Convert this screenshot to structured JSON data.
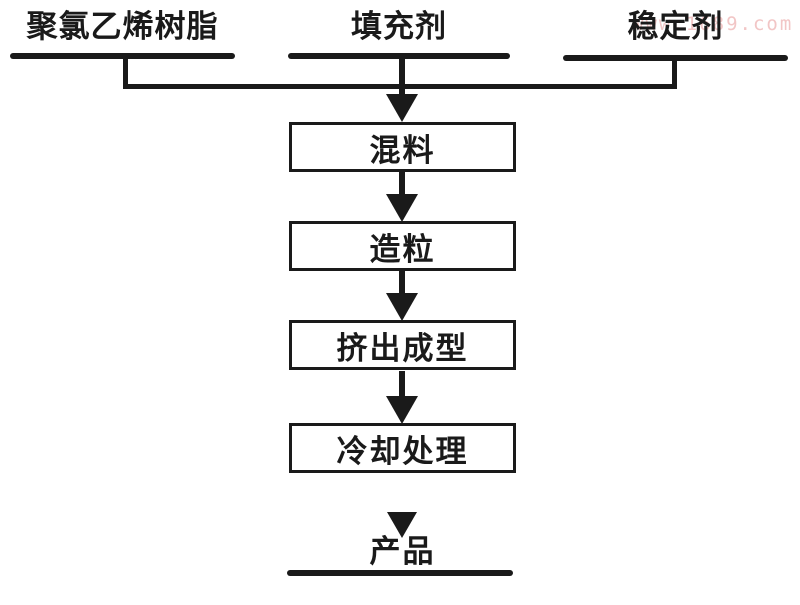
{
  "flow": {
    "inputs": [
      "聚氯乙烯树脂",
      "填充剂",
      "稳定剂"
    ],
    "steps": [
      "混料",
      "造粒",
      "挤出成型",
      "冷却处理"
    ],
    "output": "产品",
    "watermark": "www.1689.com",
    "colors": {
      "line": "#1a1a1a",
      "watermark": "#f2c6c6",
      "background": "#ffffff"
    }
  }
}
